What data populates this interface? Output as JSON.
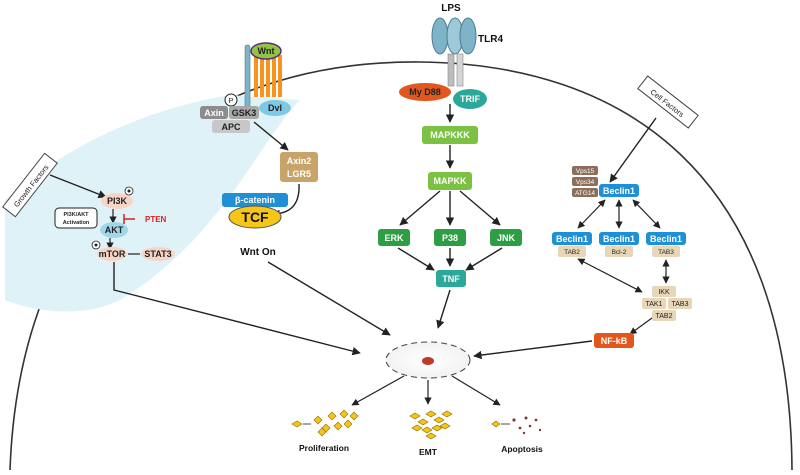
{
  "diagram": {
    "lps": "LPS",
    "tlr4": "TLR4",
    "myd88": "My D88",
    "trif": "TRIF",
    "mapkkk": "MAPKKK",
    "mapkk": "MAPKK",
    "erk": "ERK",
    "p38": "P38",
    "jnk": "JNK",
    "tnf": "TNF",
    "wnt": "Wnt",
    "dvl": "Dvl",
    "p": "P",
    "axin": "Axin",
    "gsk3": "GSK3",
    "apc": "APC",
    "axin2": "Axin2",
    "lgr5": "LGR5",
    "beta_catenin": "β-catenin",
    "tcf": "TCF",
    "wnt_on": "Wnt On",
    "growth_factors": "Growth Factors",
    "pi3k": "PI3K",
    "pten": "PTEN",
    "pi3k_akt_activation_line1": "PI3K/AKT",
    "pi3k_akt_activation_line2": "Activation",
    "akt": "AKT",
    "mtor": "mTOR",
    "stat3": "STAT3",
    "cell_factors": "Cell Factors",
    "vps15": "Vps15",
    "vps34": "Vps34",
    "atg14": "ATG14",
    "beclin1_top": "Beclin1",
    "beclin1_left": "Beclin1",
    "beclin1_mid": "Beclin1",
    "beclin1_right": "Beclin1",
    "tab2_left": "TAB2",
    "bcl2": "Bcl-2",
    "tab3_right": "TAB3",
    "ikk": "IKK",
    "tak1": "TAK1",
    "tab3_complex": "TAB3",
    "tab2_complex": "TAB2",
    "nfkb": "NF-kB",
    "proliferation": "Proliferation",
    "emt": "EMT",
    "apoptosis": "Apoptosis"
  },
  "colors": {
    "green": "#7cc242",
    "dark_green": "#2e9e45",
    "teal": "#2aa89a",
    "blue": "#1f8fd6",
    "tan": "#c9a46a",
    "brown": "#8d6e5a",
    "peach": "#f6d5c6",
    "red": "#e2571e",
    "yellow": "#f5c518",
    "cell": "#dff2f8"
  }
}
